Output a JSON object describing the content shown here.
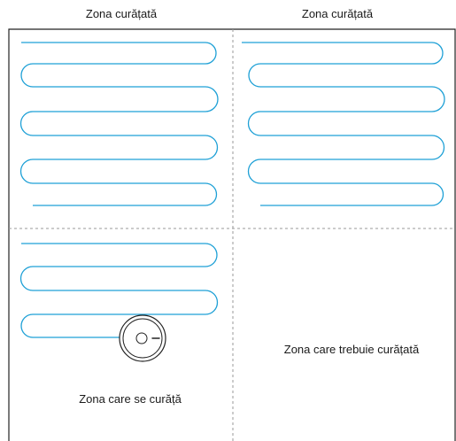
{
  "zones": {
    "top_left": {
      "label": "Zona curățată"
    },
    "top_right": {
      "label": "Zona curățată"
    },
    "bottom_left": {
      "label": "Zona care se curăță"
    },
    "bottom_right": {
      "label": "Zona care trebuie curățată"
    }
  },
  "colors": {
    "path": "#1ea0d6",
    "border": "#222222",
    "divider": "#9a9a9a",
    "robot": "#222222"
  },
  "icons": {
    "robot": "robot-vacuum-icon"
  }
}
